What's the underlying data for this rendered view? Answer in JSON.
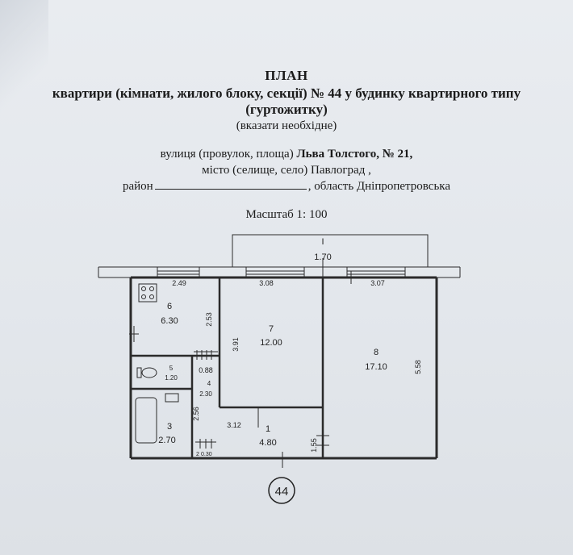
{
  "document": {
    "title": "ПЛАН",
    "subtitle_line1": "квартири (кімнати, жилого блоку, секції) № 44 у будинку квартирного типу",
    "subtitle_line2": "(гуртожитку)",
    "note": "(вказати необхідне)",
    "street_prefix": "вулиця (провулок, площа)",
    "street_value": "Льва Толстого, № 21,",
    "city_line": "місто (селище, село) Павлоград ,",
    "district_label": "район",
    "region_line": ", область Дніпропетровська",
    "scale": "Масштаб 1: 100"
  },
  "plan": {
    "rooms": [
      {
        "number": "I",
        "area": "1.70"
      },
      {
        "number": "6",
        "area": "6.30"
      },
      {
        "number": "7",
        "area": "12.00"
      },
      {
        "number": "8",
        "area": "17.10"
      },
      {
        "number": "5",
        "area": "1.20"
      },
      {
        "number": "4",
        "area": "2.30"
      },
      {
        "number": "3",
        "area": "2.70"
      },
      {
        "number": "1",
        "area": "4.80"
      },
      {
        "number": "2",
        "area": "0.30"
      }
    ],
    "dimensions": [
      "2.49",
      "3.08",
      "3.07",
      "2.53",
      "3.91",
      "5.58",
      "0.88",
      "2.56",
      "3.12",
      "1.55"
    ],
    "apartment_number": "44"
  }
}
